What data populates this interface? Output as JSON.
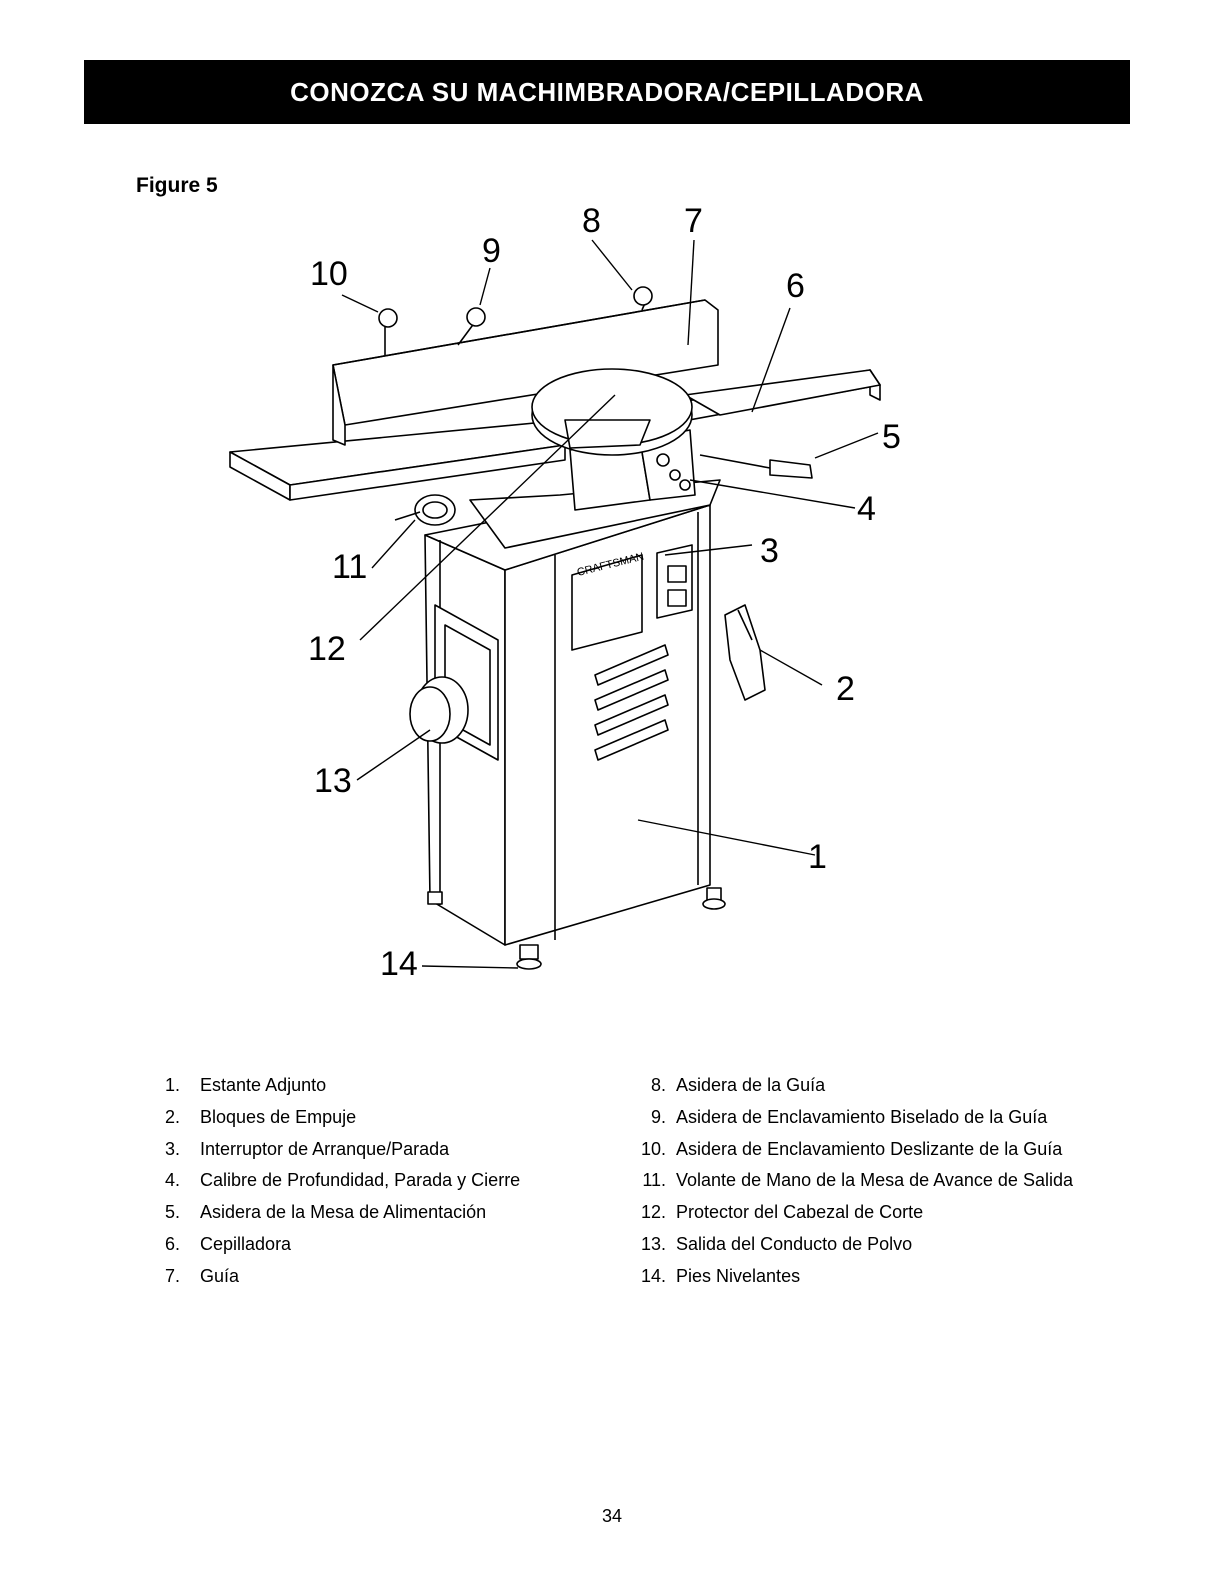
{
  "header": {
    "title": "CONOZCA SU MACHIMBRADORA/CEPILLADORA"
  },
  "figure": {
    "label": "Figure 5",
    "brand_text": "CRAFTSMAN",
    "callouts": [
      "1",
      "2",
      "3",
      "4",
      "5",
      "6",
      "7",
      "8",
      "9",
      "10",
      "11",
      "12",
      "13",
      "14"
    ]
  },
  "legend": {
    "left": [
      {
        "num": "1.",
        "text": "Estante Adjunto"
      },
      {
        "num": "2.",
        "text": "Bloques de Empuje"
      },
      {
        "num": "3.",
        "text": "Interruptor de Arranque/Parada"
      },
      {
        "num": "4.",
        "text": "Calibre de Profundidad, Parada y Cierre"
      },
      {
        "num": "5.",
        "text": "Asidera de la Mesa de Alimentación"
      },
      {
        "num": "6.",
        "text": "Cepilladora"
      },
      {
        "num": "7.",
        "text": "Guía"
      }
    ],
    "right": [
      {
        "num": "8.",
        "text": "Asidera de la Guía"
      },
      {
        "num": "9.",
        "text": "Asidera de Enclavamiento Biselado de la Guía"
      },
      {
        "num": "10.",
        "text": "Asidera de Enclavamiento Deslizante de la Guía"
      },
      {
        "num": "11.",
        "text": "Volante de Mano de la Mesa de Avance de Salida"
      },
      {
        "num": "12.",
        "text": "Protector del Cabezal de Corte"
      },
      {
        "num": "13.",
        "text": "Salida del Conducto de Polvo"
      },
      {
        "num": "14.",
        "text": "Pies Nivelantes"
      }
    ]
  },
  "page_number": "34"
}
